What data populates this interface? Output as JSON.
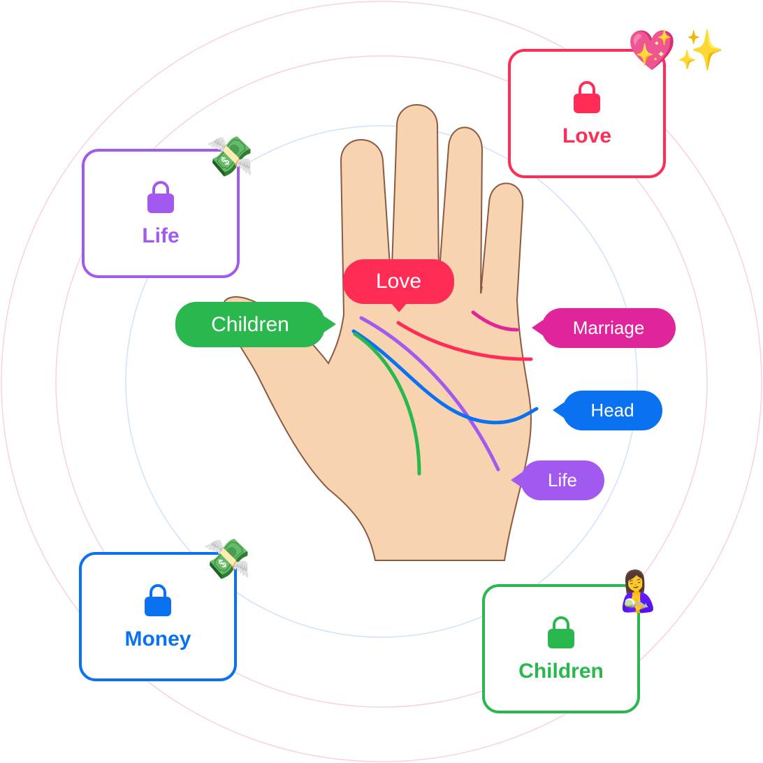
{
  "colors": {
    "love": "#FF2D55",
    "life": "#A259F0",
    "money": "#0A72F0",
    "children": "#2AB74E",
    "marriage": "#E0259A",
    "head": "#0A72F0"
  },
  "cards": [
    {
      "id": "love",
      "label": "Love",
      "icon": "lock-icon",
      "emoji": "💖✨"
    },
    {
      "id": "life",
      "label": "Life",
      "icon": "lock-icon",
      "emoji": "💸"
    },
    {
      "id": "money",
      "label": "Money",
      "icon": "lock-icon",
      "emoji": "💸"
    },
    {
      "id": "children",
      "label": "Children",
      "icon": "lock-icon",
      "emoji": "🤱"
    }
  ],
  "palm_labels": {
    "love": "Love",
    "children": "Children",
    "marriage": "Marriage",
    "head": "Head",
    "life": "Life"
  }
}
